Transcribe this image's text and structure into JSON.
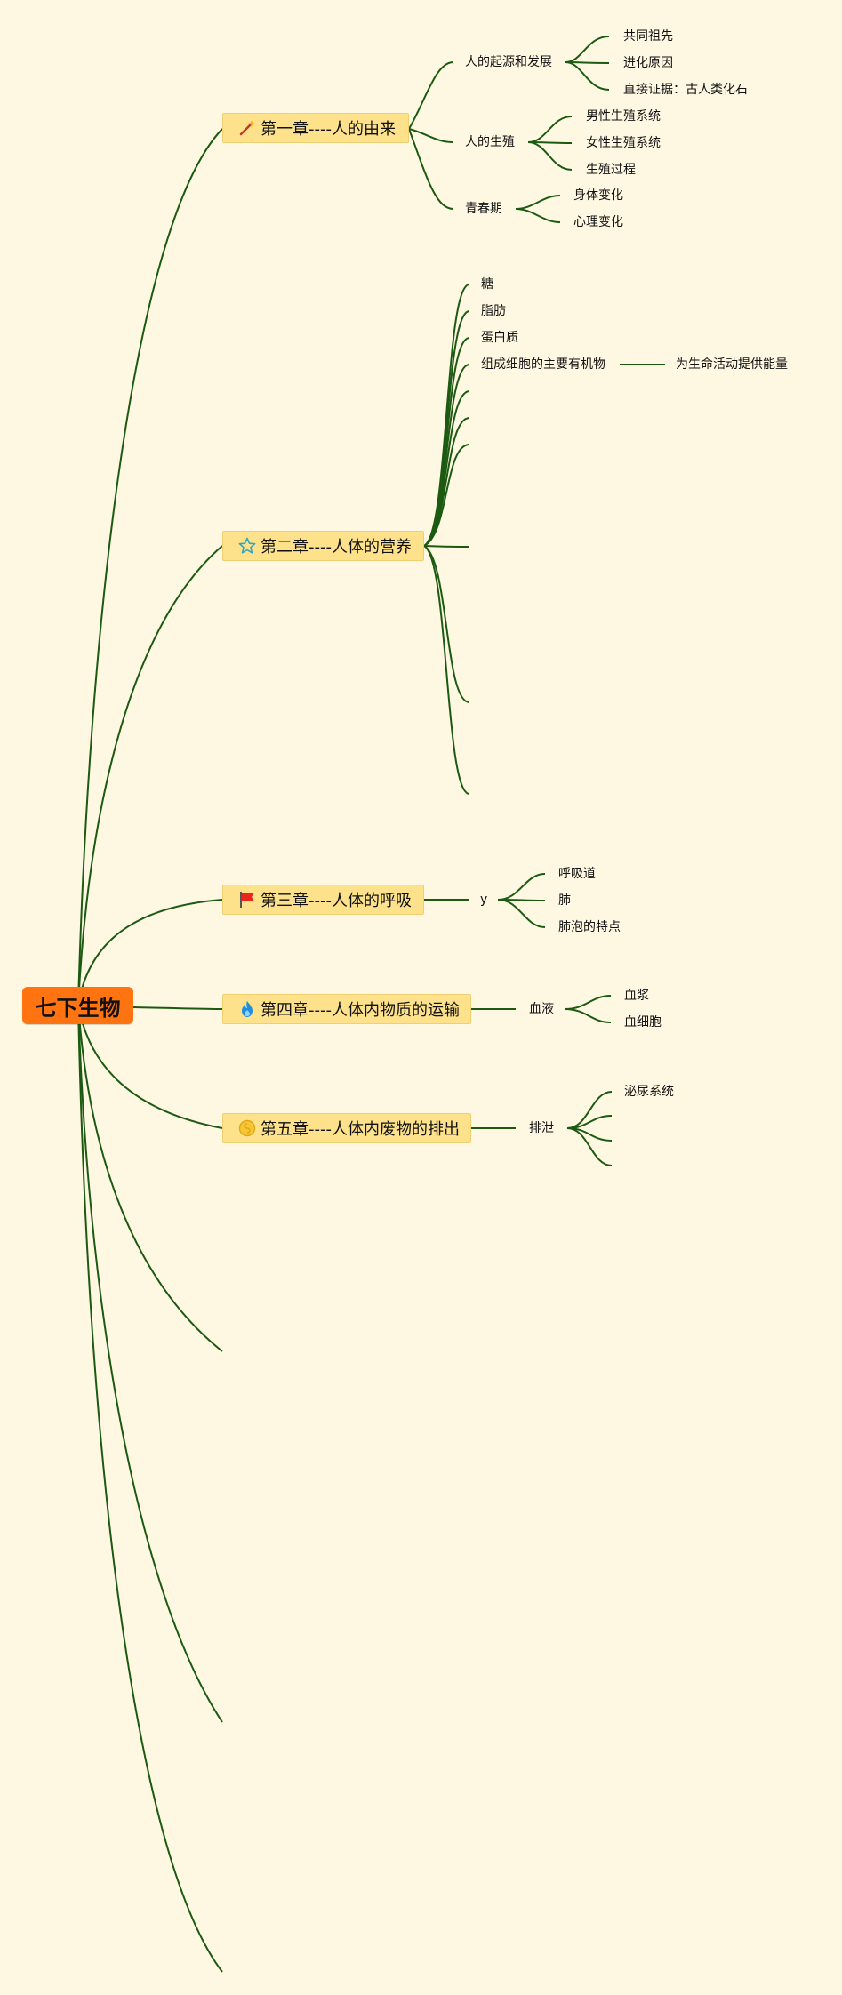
{
  "root": {
    "label": "七下生物"
  },
  "chapters": [
    {
      "label": "第一章----人的由来",
      "icon": "magic-wand-icon"
    },
    {
      "label": "第二章----人体的营养",
      "icon": "star-icon"
    },
    {
      "label": "第三章----人体的呼吸",
      "icon": "flag-icon"
    },
    {
      "label": "第四章----人体内物质的运输",
      "icon": "flame-icon"
    },
    {
      "label": "第五章----人体内废物的排出",
      "icon": "gold-coin-icon"
    }
  ],
  "ch1": {
    "origin": "人的起源和发展",
    "origin_items": [
      "共同祖先",
      "进化原因",
      "直接证据：古人类化石"
    ],
    "repro": "人的生殖",
    "repro_items": [
      "男性生殖系统",
      "女性生殖系统",
      "生殖过程"
    ],
    "puberty": "青春期",
    "puberty_items": [
      "身体变化",
      "心理变化"
    ]
  },
  "ch2": {
    "items": [
      "糖",
      "脂肪",
      "蛋白质",
      "组成细胞的主要有机物"
    ],
    "energy": "为生命活动提供能量"
  },
  "ch3": {
    "node": "y",
    "items": [
      "呼吸道",
      "肺",
      "肺泡的特点"
    ]
  },
  "ch4": {
    "node": "血液",
    "items": [
      "血浆",
      "血细胞"
    ]
  },
  "ch5": {
    "node": "排泄",
    "items": [
      "泌尿系统"
    ]
  },
  "colors": {
    "link": "#1c5a12",
    "topic": "#fde28b",
    "root": "#ff7411",
    "background": "#fef8e3"
  }
}
